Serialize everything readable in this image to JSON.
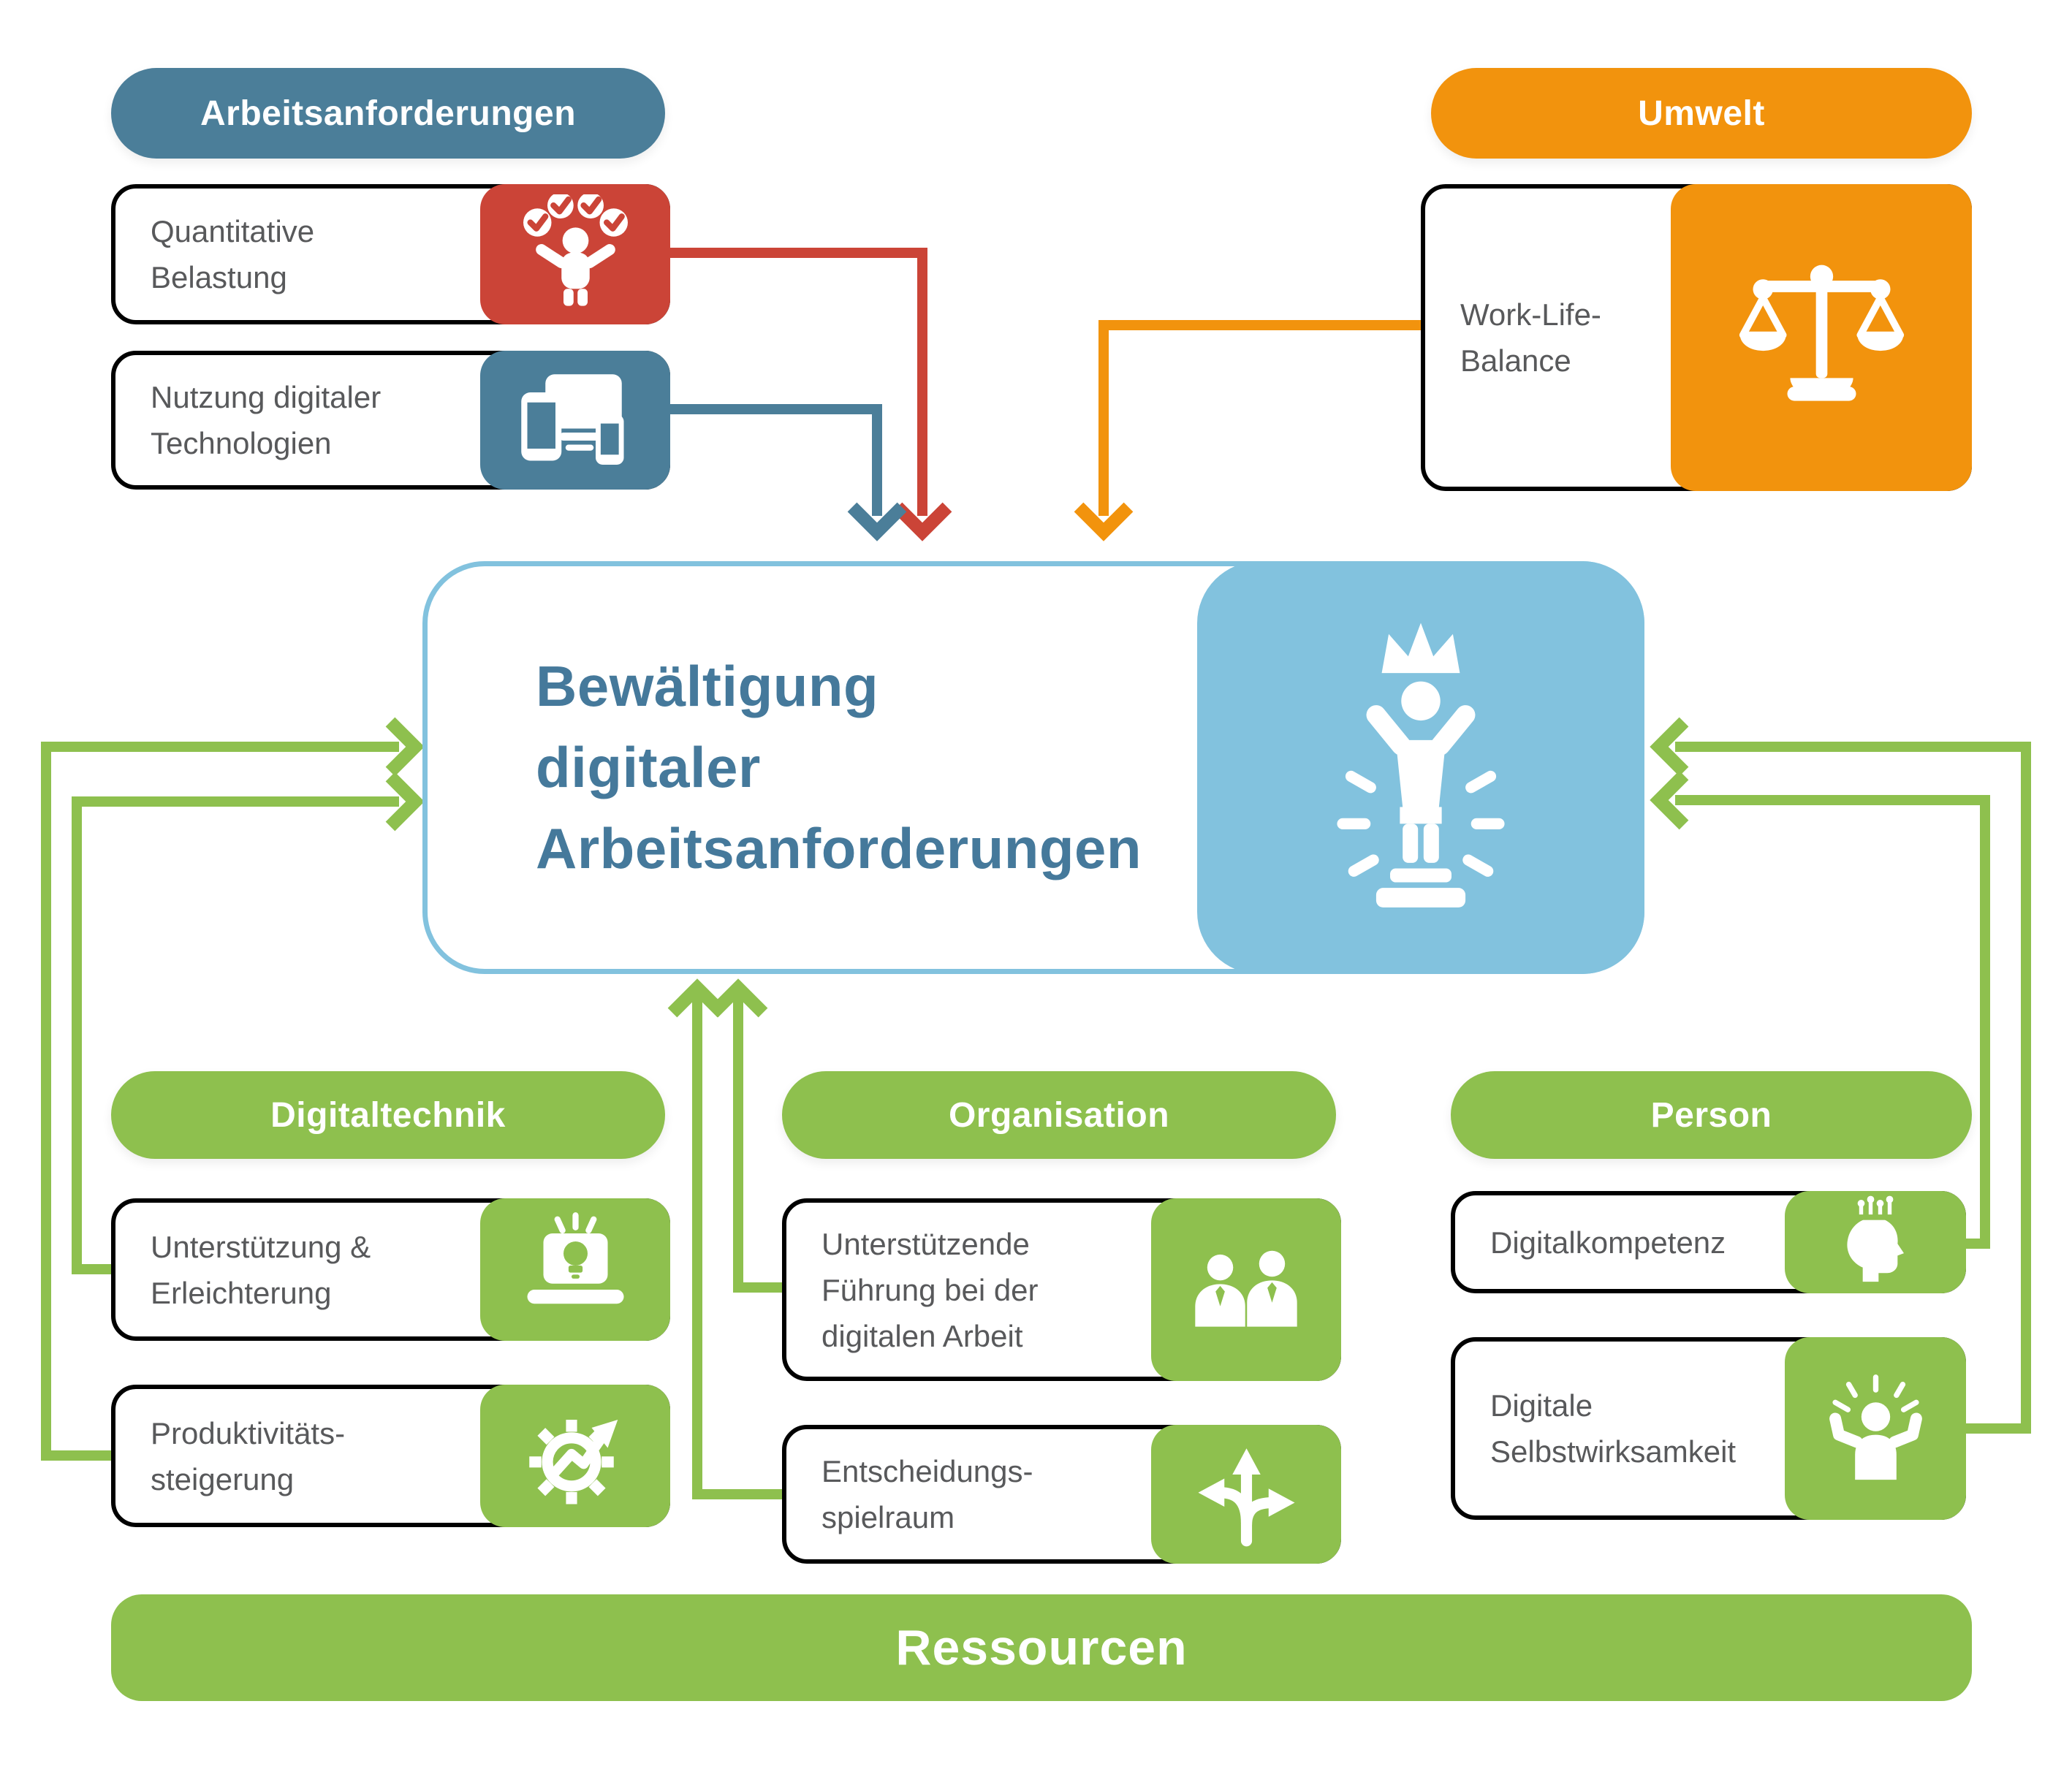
{
  "palette": {
    "teal": "#4b7e99",
    "red": "#cb4437",
    "orange": "#f2930d",
    "green": "#8ec04e",
    "light_blue": "#82c2de",
    "title_blue": "#45799b",
    "text_gray": "#58595b"
  },
  "top_left_group": {
    "header": "Arbeitsanforderungen",
    "cards": [
      {
        "lines": [
          "Quantitative",
          "Belastung"
        ],
        "icon": "person-checkmarks-icon",
        "color": "#cb4437"
      },
      {
        "lines": [
          "Nutzung digitaler",
          "Technologien"
        ],
        "icon": "devices-icon",
        "color": "#4b7e99"
      }
    ]
  },
  "top_right_group": {
    "header": "Umwelt",
    "cards": [
      {
        "lines": [
          "Work-Life-",
          "Balance"
        ],
        "icon": "balance-scale-icon",
        "color": "#f2930d"
      }
    ]
  },
  "center": {
    "title_lines": [
      "Bewältigung",
      "digitaler",
      "Arbeitsanforderungen"
    ],
    "icon": "champion-icon"
  },
  "bottom_groups": [
    {
      "header": "Digitaltechnik",
      "cards": [
        {
          "lines": [
            "Unterstützung &",
            "Erleichterung"
          ],
          "icon": "laptop-lightbulb-icon"
        },
        {
          "lines": [
            "Produktivitäts-",
            "steigerung"
          ],
          "icon": "gear-growth-icon"
        }
      ]
    },
    {
      "header": "Organisation",
      "cards": [
        {
          "lines": [
            "Unterstützende",
            "Führung bei der",
            "digitalen Arbeit"
          ],
          "icon": "two-managers-icon"
        },
        {
          "lines": [
            "Entscheidungs-",
            "spielraum"
          ],
          "icon": "direction-arrows-icon"
        }
      ]
    },
    {
      "header": "Person",
      "cards": [
        {
          "lines": [
            "Digitalkompetenz"
          ],
          "icon": "digital-mind-icon"
        },
        {
          "lines": [
            "Digitale",
            "Selbstwirksamkeit"
          ],
          "icon": "self-efficacy-icon"
        }
      ]
    }
  ],
  "footer": {
    "label": "Ressourcen"
  },
  "arrows": [
    {
      "from": "quantitative-belastung",
      "to": "bewaeltigung-digitaler-arbeitsanforderungen",
      "color": "#cb4437"
    },
    {
      "from": "nutzung-digitaler-technologien",
      "to": "bewaeltigung-digitaler-arbeitsanforderungen",
      "color": "#4b7e99"
    },
    {
      "from": "work-life-balance",
      "to": "bewaeltigung-digitaler-arbeitsanforderungen",
      "color": "#f2930d"
    },
    {
      "from": "unterstuetzung-erleichterung",
      "to": "bewaeltigung-digitaler-arbeitsanforderungen",
      "color": "#8ec04e"
    },
    {
      "from": "produktivitaetssteigerung",
      "to": "bewaeltigung-digitaler-arbeitsanforderungen",
      "color": "#8ec04e"
    },
    {
      "from": "unterstuetzende-fuehrung",
      "to": "bewaeltigung-digitaler-arbeitsanforderungen",
      "color": "#8ec04e"
    },
    {
      "from": "entscheidungsspielraum",
      "to": "bewaeltigung-digitaler-arbeitsanforderungen",
      "color": "#8ec04e"
    },
    {
      "from": "digitalkompetenz",
      "to": "bewaeltigung-digitaler-arbeitsanforderungen",
      "color": "#8ec04e"
    },
    {
      "from": "digitale-selbstwirksamkeit",
      "to": "bewaeltigung-digitaler-arbeitsanforderungen",
      "color": "#8ec04e"
    }
  ]
}
